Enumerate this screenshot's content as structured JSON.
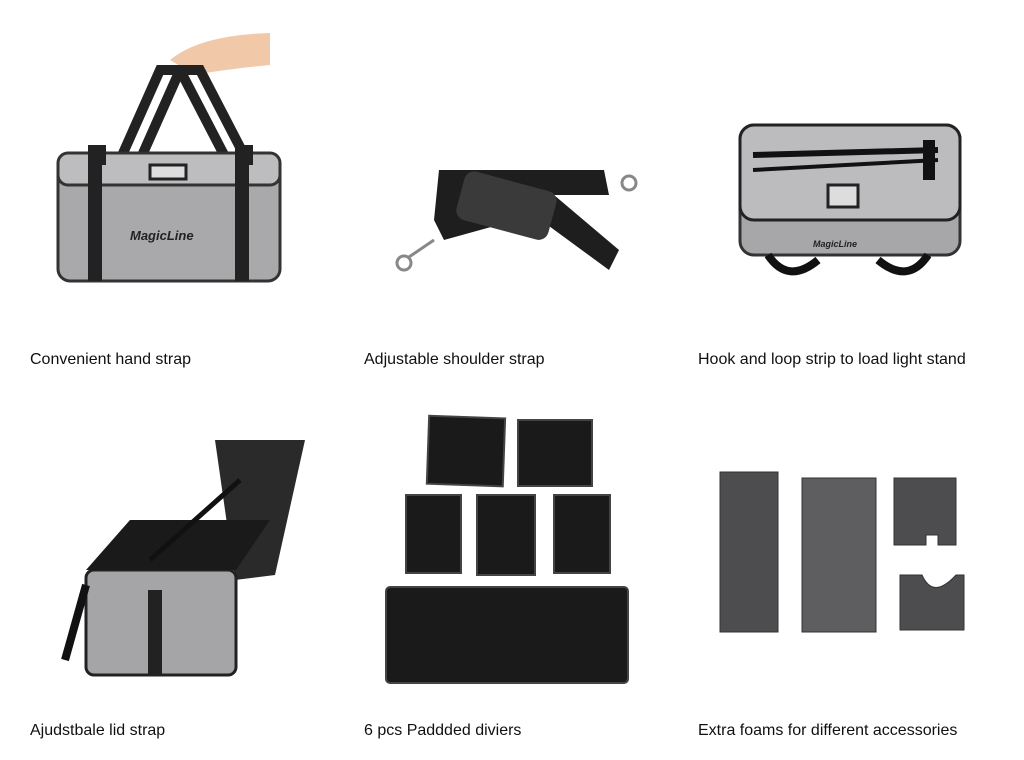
{
  "items": [
    {
      "caption": "Convenient hand strap",
      "image": "bag-with-hand-strap",
      "logo": "MagicLine"
    },
    {
      "caption": "Adjustable shoulder strap",
      "image": "shoulder-strap"
    },
    {
      "caption": "Hook and loop strip to load light stand",
      "image": "bag-with-light-stand",
      "logo": "MagicLine"
    },
    {
      "caption": "Ajudstbale lid strap",
      "image": "open-bag-lid-strap"
    },
    {
      "caption": "6 pcs Paddded diviers",
      "image": "padded-dividers"
    },
    {
      "caption": "Extra foams for different accessories",
      "image": "foam-pieces"
    }
  ]
}
